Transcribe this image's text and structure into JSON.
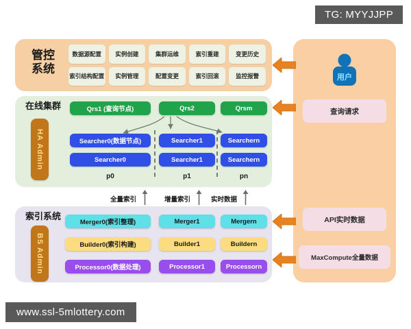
{
  "watermarks": {
    "top": "TG: MYYJJPP",
    "bottom": "www.ssl-5mlottery.com"
  },
  "colors": {
    "manage_bg": "#f7cfa4",
    "online_bg": "#e3eedd",
    "index_bg": "#e7e3ef",
    "user_panel_bg": "#f9cfa3",
    "admin_bar": "#c2761b",
    "qrs_green": "#20a34a",
    "searcher_blue": "#2f4fe6",
    "merger_cyan": "#5ee0e6",
    "builder_yellow": "#fcdc80",
    "processor_purple": "#9a4ded",
    "arrow_orange": "#e8821e",
    "pink_box": "#f4dde4",
    "watermark_bg": "#595959"
  },
  "manage_section": {
    "title": "管控\n系统",
    "cells": [
      "数据源配置",
      "实例创建",
      "集群运维",
      "索引重建",
      "变更历史",
      "索引结构配置",
      "实例管理",
      "配置变更",
      "索引回滚",
      "监控报警"
    ]
  },
  "online_section": {
    "title": "在线集群",
    "admin_label": "HA Admin",
    "qrs_nodes": [
      "Qrs1 (查询节点)",
      "Qrs2",
      "Qrsm"
    ],
    "searcher_row1": [
      "Searcher0(数据节点)",
      "Searcher1",
      "Searchern"
    ],
    "searcher_row2": [
      "Searcher0",
      "Searcher1",
      "Searchern"
    ],
    "partition_labels": [
      "p0",
      "p1",
      "pn"
    ]
  },
  "index_section": {
    "title": "索引系统",
    "admin_label": "BS Admin",
    "merger_row": [
      "Merger0(索引整理)",
      "Merger1",
      "Mergern"
    ],
    "builder_row": [
      "Builder0(索引构建)",
      "Builder1",
      "Buildern"
    ],
    "processor_row": [
      "Processor0(数据处理)",
      "Processor1",
      "Processorn"
    ]
  },
  "feed_labels": [
    "全量索引",
    "增量索引",
    "实时数据"
  ],
  "user_panel": {
    "user_label": "用户",
    "boxes": [
      "查询请求",
      "API实时数据",
      "MaxCompute全量数据"
    ]
  }
}
